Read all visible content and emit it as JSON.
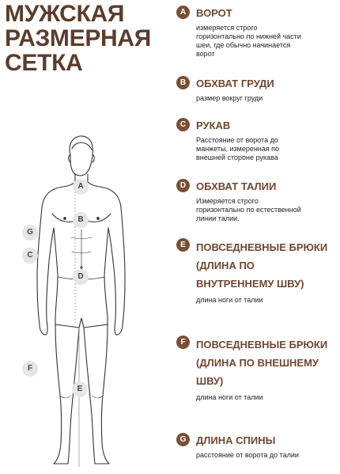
{
  "title": [
    "МУЖСКАЯ",
    "РАЗМЕРНАЯ",
    "СЕТКА"
  ],
  "colors": {
    "accent": "#7a4f35",
    "title": "#5b3d2c",
    "marker": "#e6e6e6"
  },
  "figure_markers": [
    "A",
    "B",
    "D",
    "G",
    "C",
    "F",
    "E"
  ],
  "sections": [
    {
      "letter": "A",
      "title": "ВОРОТ",
      "desc": [
        "измеряется строго",
        "горизонтально по нижней части",
        "шеи, где обычно начинается",
        "ворот"
      ]
    },
    {
      "letter": "B",
      "title": "ОБХВАТ ГРУДИ",
      "desc": [
        "размер вокруг груди"
      ]
    },
    {
      "letter": "C",
      "title": "РУКАВ",
      "desc": [
        "Расстояние от ворота до",
        "манжеты, измеренная по",
        "внешней стороне рукава"
      ]
    },
    {
      "letter": "D",
      "title": "ОБХВАТ ТАЛИИ",
      "desc": [
        "Измеряется строго",
        "горизонтально по естественной",
        "линии талии."
      ]
    },
    {
      "letter": "E",
      "title": "ПОВСЕДНЕВНЫЕ БРЮКИ (ДЛИНА ПО ВНУТРЕННЕМУ ШВУ)",
      "title_lines": [
        "ПОВСЕДНЕВНЫЕ БРЮКИ",
        "(ДЛИНА ПО",
        "ВНУТРЕННЕМУ ШВУ)"
      ],
      "desc": [
        "длина ноги от талии"
      ]
    },
    {
      "letter": "F",
      "title": "ПОВСЕДНЕВНЫЕ БРЮКИ (ДЛИНА ПО ВНЕШНЕМУ ШВУ)",
      "title_lines": [
        "ПОВСЕДНЕВНЫЕ БРЮКИ",
        "(ДЛИНА ПО ВНЕШНЕМУ",
        "ШВУ)"
      ],
      "desc": [
        "длина ноги от талии"
      ]
    },
    {
      "letter": "G",
      "title": "ДЛИНА СПИНЫ",
      "desc": [
        "расстояние от ворота до талии"
      ]
    }
  ]
}
